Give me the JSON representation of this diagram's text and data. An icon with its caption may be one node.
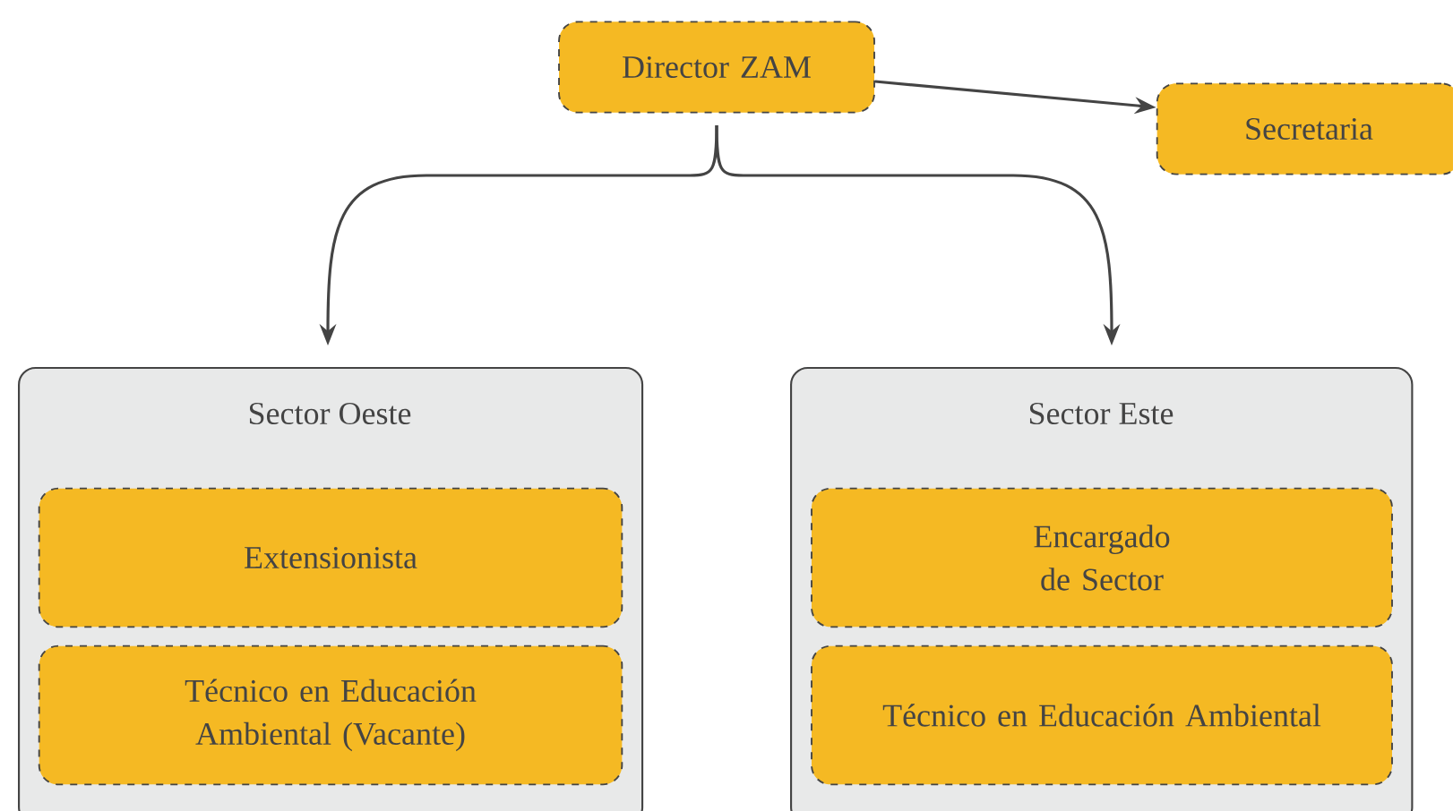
{
  "diagram": {
    "nodes": [
      {
        "text": [
          "Director ZAM"
        ]
      },
      {
        "text": [
          "Secretaria"
        ]
      },
      {
        "text": [
          "Sector Oeste"
        ]
      },
      {
        "text": [
          "Extensionista"
        ],
        "in": 2
      },
      {
        "text": [
          "Técnico en Educación Ambiental (Vacante)"
        ],
        "in": 2
      },
      {
        "text": [
          "Sector Este"
        ]
      },
      {
        "text": [
          "Encargado de Sector"
        ],
        "in": 5
      },
      {
        "text": [
          "Técnico en Educación Ambiental"
        ],
        "in": 5
      }
    ],
    "edges": [
      {
        "from": 0,
        "to": 1,
        "arrow": "to"
      },
      {
        "from": 0,
        "to": 2,
        "arrow": "to"
      },
      {
        "from": 0,
        "to": 5,
        "arrow": "to"
      }
    ]
  }
}
